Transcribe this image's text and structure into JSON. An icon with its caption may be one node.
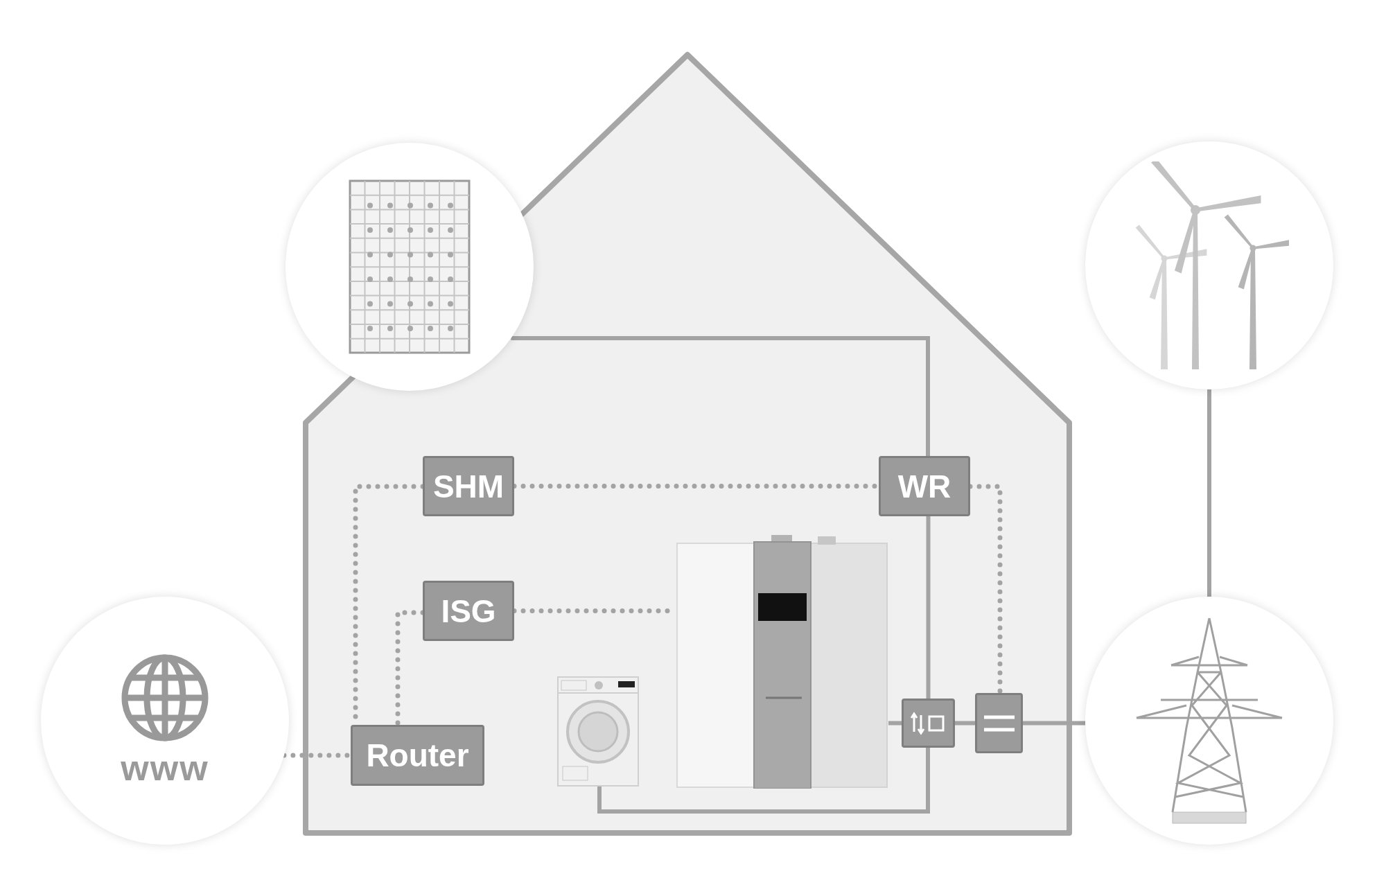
{
  "diagram": {
    "nodes": [
      {
        "text": [],
        "shape": "house"
      },
      {
        "text": [],
        "shape": "circle"
      },
      {
        "text": [],
        "shape": "circle"
      },
      {
        "text": [
          "SHM"
        ],
        "in": 0
      },
      {
        "text": [
          "WR"
        ],
        "in": 0
      },
      {
        "text": [
          "ISG"
        ],
        "in": 0
      },
      {
        "text": [],
        "shape": "picture",
        "in": 0
      },
      {
        "text": [],
        "shape": "picture",
        "in": 0
      },
      {
        "text": [],
        "shape": "box",
        "in": 0
      },
      {
        "text": [],
        "shape": "box",
        "in": 0
      },
      {
        "text": [
          "www"
        ]
      },
      {
        "text": [
          "Router"
        ],
        "in": 0
      },
      {
        "text": [],
        "shape": "circle"
      }
    ],
    "edges": [
      {
        "from": 1,
        "to": 4,
        "arrow": "none"
      },
      {
        "from": 4,
        "to": 8,
        "arrow": "none"
      },
      {
        "from": 8,
        "to": 7,
        "arrow": "none"
      },
      {
        "from": 6,
        "to": 8,
        "arrow": "none"
      },
      {
        "from": 8,
        "to": 9,
        "arrow": "none"
      },
      {
        "from": 9,
        "to": 12,
        "arrow": "none"
      },
      {
        "from": 2,
        "to": 12,
        "arrow": "none"
      },
      {
        "from": 3,
        "to": 4,
        "arrow": "none",
        "style": "dashed"
      },
      {
        "from": 4,
        "to": 9,
        "arrow": "none",
        "style": "dashed"
      },
      {
        "from": 3,
        "to": 11,
        "arrow": "none",
        "style": "dashed"
      },
      {
        "from": 5,
        "to": 11,
        "arrow": "none",
        "style": "dashed"
      },
      {
        "from": 5,
        "to": 6,
        "arrow": "none",
        "style": "dashed"
      },
      {
        "from": 10,
        "to": 11,
        "arrow": "none",
        "style": "dashed"
      }
    ]
  }
}
